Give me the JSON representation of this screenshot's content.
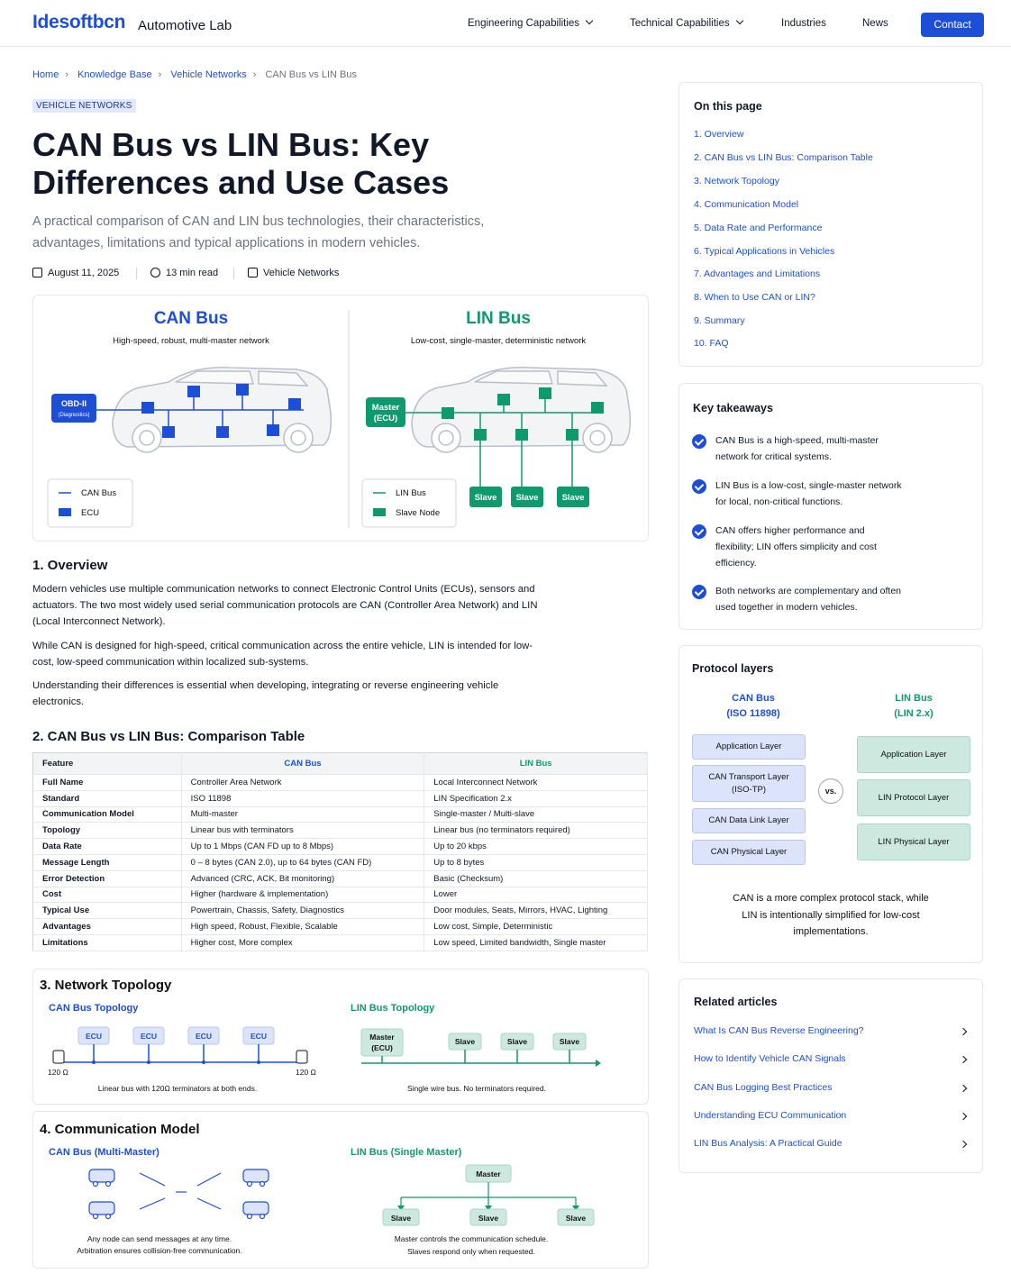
{
  "header": {
    "brand": "Idesoftbcn",
    "brand_sub": "Automotive Lab",
    "nav": [
      "Engineering Capabilities",
      "Technical Capabilities",
      "Industries",
      "News"
    ],
    "contact": "Contact"
  },
  "breadcrumb": [
    "Home",
    "Knowledge Base",
    "Vehicle Networks",
    "CAN Bus vs LIN Bus"
  ],
  "article": {
    "category_tag": "VEHICLE NETWORKS",
    "title": "CAN Bus vs LIN Bus: Key Differences and Use Cases",
    "subtitle": "A practical comparison of CAN and LIN bus technologies, their characteristics, advantages, limitations and typical applications in modern vehicles.",
    "date": "August 11, 2025",
    "read_time": "13 min read",
    "category": "Vehicle Networks"
  },
  "hero": {
    "can_title": "CAN Bus",
    "can_sub": "High-speed, robust, multi-master network",
    "obd": "OBD-II",
    "obd_sub": "(Diagnostics)",
    "can_legend": [
      "CAN Bus",
      "ECU"
    ],
    "lin_title": "LIN Bus",
    "lin_sub": "Low-cost, single-master, deterministic network",
    "master": "Master",
    "master_sub": "(ECU)",
    "slave": "Slave",
    "lin_legend": [
      "LIN Bus",
      "Slave Node"
    ]
  },
  "overview": {
    "heading": "1. Overview",
    "paragraphs": [
      "Modern vehicles use multiple communication networks to connect Electronic Control Units (ECUs), sensors and actuators. The two most widely used serial communication protocols are CAN (Controller Area Network) and LIN (Local Interconnect Network).",
      "While CAN is designed for high-speed, critical communication across the entire vehicle, LIN is intended for low-cost, low-speed communication within localized sub-systems.",
      "Understanding their differences is essential when developing, integrating or reverse engineering vehicle electronics."
    ]
  },
  "comparison": {
    "heading": "2. CAN Bus vs LIN Bus: Comparison Table",
    "columns": [
      "Feature",
      "CAN Bus",
      "LIN Bus"
    ],
    "rows": [
      [
        "Full Name",
        "Controller Area Network",
        "Local Interconnect Network"
      ],
      [
        "Standard",
        "ISO 11898",
        "LIN Specification 2.x"
      ],
      [
        "Communication Model",
        "Multi-master",
        "Single-master / Multi-slave"
      ],
      [
        "Topology",
        "Linear bus with terminators",
        "Linear bus (no terminators required)"
      ],
      [
        "Data Rate",
        "Up to 1 Mbps (CAN FD up to 8 Mbps)",
        "Up to 20 kbps"
      ],
      [
        "Message Length",
        "0 – 8 bytes (CAN 2.0), up to 64 bytes (CAN FD)",
        "Up to 8 bytes"
      ],
      [
        "Error Detection",
        "Advanced (CRC, ACK, Bit monitoring)",
        "Basic (Checksum)"
      ],
      [
        "Cost",
        "Higher (hardware & implementation)",
        "Lower"
      ],
      [
        "Typical Use",
        "Powertrain, Chassis, Safety, Diagnostics",
        "Door modules, Seats, Mirrors, HVAC, Lighting"
      ],
      [
        "Advantages",
        "High speed, Robust, Flexible, Scalable",
        "Low cost, Simple, Deterministic"
      ],
      [
        "Limitations",
        "Higher cost, More complex",
        "Low speed, Limited bandwidth, Single master"
      ]
    ]
  },
  "topology": {
    "heading": "3. Network Topology",
    "can_title": "CAN Bus Topology",
    "can_node": "ECU",
    "terminator": "120 Ω",
    "can_caption": "Linear bus with 120Ω terminators at both ends.",
    "lin_title": "LIN Bus Topology",
    "lin_master": "Master",
    "lin_master_sub": "(ECU)",
    "lin_slave": "Slave",
    "lin_caption": "Single wire bus. No terminators required."
  },
  "comm_model": {
    "heading": "4. Communication Model",
    "can_title": "CAN Bus (Multi-Master)",
    "can_caption_1": "Any node can send messages at any time.",
    "can_caption_2": "Arbitration ensures collision-free communication.",
    "lin_title": "LIN Bus (Single Master)",
    "lin_master": "Master",
    "lin_slave": "Slave",
    "lin_caption_1": "Master controls the communication schedule.",
    "lin_caption_2": "Slaves respond only when requested."
  },
  "toc": {
    "title": "On this page",
    "items": [
      "1. Overview",
      "2. CAN Bus vs LIN Bus: Comparison Table",
      "3. Network Topology",
      "4. Communication Model",
      "5. Data Rate and Performance",
      "6. Typical Applications in Vehicles",
      "7. Advantages and Limitations",
      "8. When to Use CAN or LIN?",
      "9. Summary",
      "10. FAQ"
    ]
  },
  "takeaways": {
    "title": "Key takeaways",
    "items": [
      "CAN Bus is a high-speed, multi-master network for critical systems.",
      "LIN Bus is a low-cost, single-master network for local, non-critical functions.",
      "CAN offers higher performance and flexibility; LIN offers simplicity and cost efficiency.",
      "Both networks are complementary and often used together in modern vehicles."
    ]
  },
  "layers": {
    "title": "Protocol layers",
    "can_head": "CAN Bus",
    "can_std": "(ISO 11898)",
    "lin_head": "LIN Bus",
    "lin_std": "(LIN 2.x)",
    "can_layers": [
      "Application Layer",
      "CAN Transport Layer (ISO-TP)",
      "CAN Data Link Layer",
      "CAN Physical Layer"
    ],
    "lin_layers": [
      "Application Layer",
      "LIN Protocol Layer",
      "LIN Physical Layer"
    ],
    "vs": "vs.",
    "note": "CAN is a more complex protocol stack, while LIN is intentionally simplified for low-cost implementations."
  },
  "related": {
    "title": "Related articles",
    "items": [
      "What Is CAN Bus Reverse Engineering?",
      "How to Identify Vehicle CAN Signals",
      "CAN Bus Logging Best Practices",
      "Understanding ECU Communication",
      "LIN Bus Analysis: A Practical Guide"
    ]
  },
  "colors": {
    "brand_blue": "#1d4ed8",
    "lin_green": "#0f9a6e",
    "can_layer": "#dbe4fb",
    "lin_layer": "#cde9df"
  }
}
